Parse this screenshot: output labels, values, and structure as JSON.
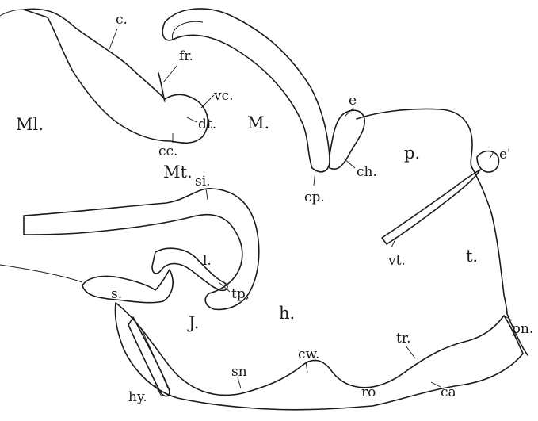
{
  "labels": {
    "c": "c.",
    "fr": "fr.",
    "vc": "vc.",
    "dt": "dt.",
    "cc": "cc.",
    "Ml": "Ml.",
    "M": "M.",
    "Mt": "Mt.",
    "e": "e",
    "ch": "ch.",
    "p": "p.",
    "e_prime": "e'",
    "cp": "cp.",
    "si": "si.",
    "vt": "vt.",
    "t": "t.",
    "s": "s.",
    "l": "l.",
    "tp": "tp,",
    "h": "h.",
    "J": "J.",
    "pn": "pn.",
    "tr": "tr.",
    "cw": "cw.",
    "sn": "sn",
    "ro": "ro",
    "ca": "ca",
    "hy": "hy."
  }
}
